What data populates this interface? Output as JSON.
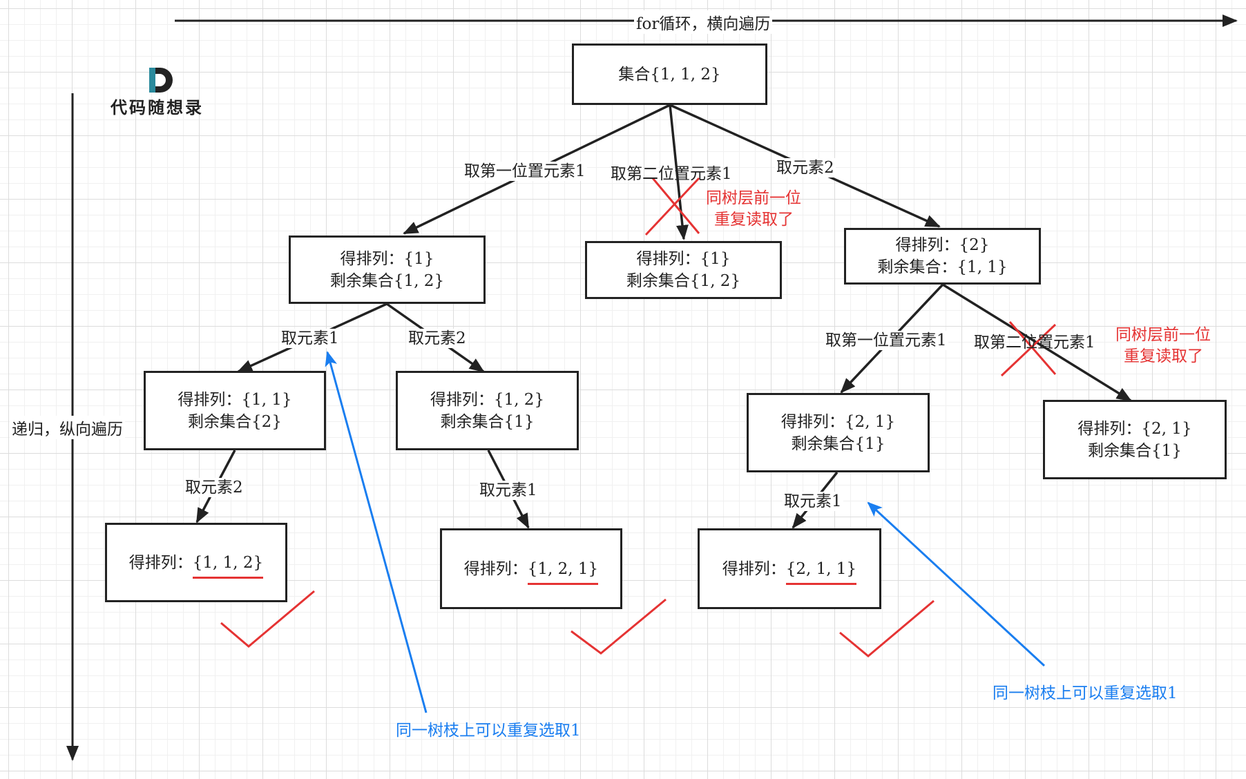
{
  "axes": {
    "horizontal": "for循环，横向遍历",
    "vertical": "递归，纵向遍历"
  },
  "logo": {
    "letter": "D",
    "text": "代码随想录"
  },
  "nodes": {
    "root": "集合{1, 1, 2}",
    "l1_a": [
      "得排列：{1}",
      "剩余集合{1, 2}"
    ],
    "l1_b": [
      "得排列：{1}",
      "剩余集合{1, 2}"
    ],
    "l1_c": [
      "得排列：{2}",
      "剩余集合：{1, 1}"
    ],
    "l2_a": [
      "得排列：{1, 1}",
      "剩余集合{2}"
    ],
    "l2_b": [
      "得排列：{1, 2}",
      "剩余集合{1}"
    ],
    "l2_c": [
      "得排列：{2, 1}",
      "剩余集合{1}"
    ],
    "l2_d": [
      "得排列：{2, 1}",
      "剩余集合{1}"
    ],
    "leaf_a": {
      "prefix": "得排列：",
      "value": "{1, 1, 2}"
    },
    "leaf_b": {
      "prefix": "得排列：",
      "value": "{1, 2, 1}"
    },
    "leaf_c": {
      "prefix": "得排列：",
      "value": "{2, 1, 1}"
    }
  },
  "edges": {
    "root_a": "取第一位置元素1",
    "root_b": "取第二位置元素1",
    "root_c": "取元素2",
    "a_a": "取元素1",
    "a_b": "取元素2",
    "c_a": "取第一位置元素1",
    "c_b": "取第二位置元素1",
    "aa_leaf": "取元素2",
    "ab_leaf": "取元素1",
    "ca_leaf": "取元素1"
  },
  "notes": {
    "same_layer_1": [
      "同树层前一位",
      "重复读取了"
    ],
    "same_layer_2": [
      "同树层前一位",
      "重复读取了"
    ],
    "same_branch_1": "同一树枝上可以重复选取1",
    "same_branch_2": "同一树枝上可以重复选取1"
  },
  "colors": {
    "line": "#222222",
    "cross": "#e53333",
    "check": "#e53333",
    "note_red": "#e53333",
    "note_blue": "#1a7ef0"
  }
}
